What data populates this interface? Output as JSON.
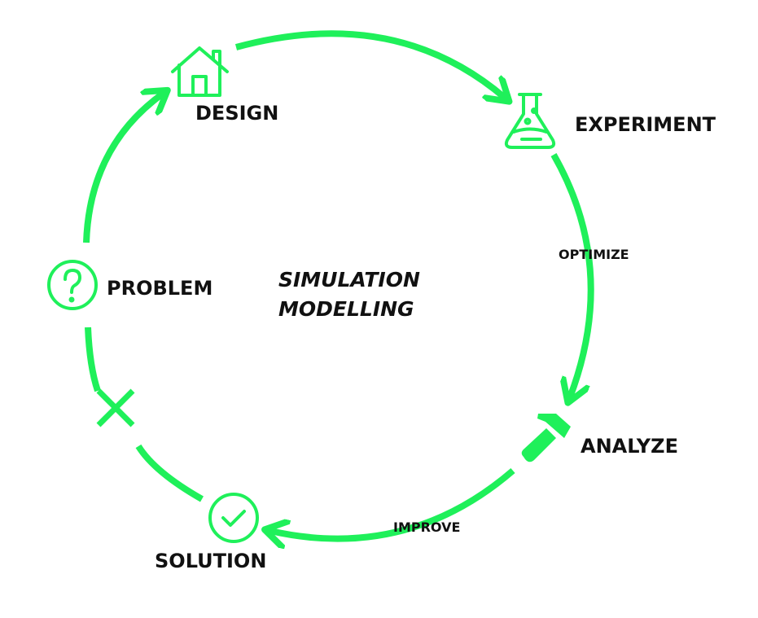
{
  "colors": {
    "accent": "#1ff05a",
    "text": "#111111",
    "background": "#ffffff"
  },
  "center": {
    "line1": "SIMULATION",
    "line2": "MODELLING"
  },
  "nodes": {
    "design": {
      "label": "DESIGN",
      "icon": "house-icon"
    },
    "experiment": {
      "label": "EXPERIMENT",
      "icon": "flask-icon"
    },
    "analyze": {
      "label": "ANALYZE",
      "icon": "hammer-icon"
    },
    "solution": {
      "label": "SOLUTION",
      "icon": "check-circle-icon"
    },
    "problem": {
      "label": "PROBLEM",
      "icon": "question-circle-icon"
    }
  },
  "edges": {
    "optimize": "OPTIMIZE",
    "improve": "IMPROVE"
  },
  "markers": {
    "fail": "cross-icon"
  }
}
